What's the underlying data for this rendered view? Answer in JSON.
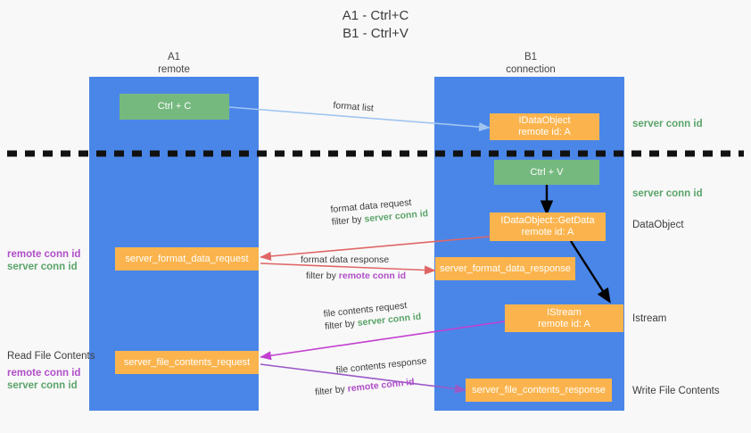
{
  "title": {
    "line1": "A1 - Ctrl+C",
    "line2": "B1 - Ctrl+V"
  },
  "columns": [
    {
      "name": "A1",
      "sub": "remote"
    },
    {
      "name": "B1",
      "sub": "connection"
    }
  ],
  "boxes": {
    "ctrl_c": {
      "line1": "Ctrl + C"
    },
    "ctrl_v": {
      "line1": "Ctrl + V"
    },
    "idataobject_set": {
      "line1": "IDataObject",
      "line2": "remote id: A"
    },
    "idataobject_getdata": {
      "line1": "IDataObject::GetData",
      "line2": "remote id: A"
    },
    "istream": {
      "line1": "IStream",
      "line2": "remote id: A"
    },
    "server_format_data_request": {
      "line1": "server_format_data_request"
    },
    "server_format_data_response": {
      "line1": "server_format_data_response"
    },
    "server_file_contents_request": {
      "line1": "server_file_contents_request"
    },
    "server_file_contents_response": {
      "line1": "server_file_contents_response"
    }
  },
  "right_labels": {
    "server_conn_id_top": "server conn id",
    "server_conn_id_second": "server conn id",
    "dataobject": "DataObject",
    "istream": "Istream",
    "write_file_contents": "Write File Contents"
  },
  "left_labels": {
    "remote_conn_id_1": "remote conn id",
    "server_conn_id_1": "server conn id",
    "read_file_contents": "Read File Contents",
    "remote_conn_id_2": "remote conn id",
    "server_conn_id_2": "server conn id"
  },
  "edges": {
    "format_list": "format list",
    "format_data_request": "format data request",
    "format_data_request_filter_prefix": "filter by ",
    "format_data_request_filter_value": "server conn id",
    "format_data_response": "format data response",
    "format_data_response_filter_prefix": "filter by ",
    "format_data_response_filter_value": "remote conn id",
    "file_contents_request": "file contents request",
    "file_contents_request_filter_prefix": "filter by ",
    "file_contents_request_filter_value": "server conn id",
    "file_contents_response": "file contents response",
    "file_contents_response_filter_prefix": "filter by ",
    "file_contents_response_filter_value": "remote conn id"
  },
  "colors": {
    "column_blue": "#4a86e8",
    "box_green": "#76b97f",
    "box_orange": "#fbb44d",
    "conn_green": "#5aa469",
    "conn_purple": "#b04fc8",
    "arrow_light_blue": "#9fc5f0",
    "arrow_red": "#e06666",
    "arrow_magenta": "#c23fd0",
    "arrow_purple": "#9b59c8",
    "arrow_black": "#000000",
    "divider_black": "#111111",
    "background": "#f8f8f8"
  }
}
